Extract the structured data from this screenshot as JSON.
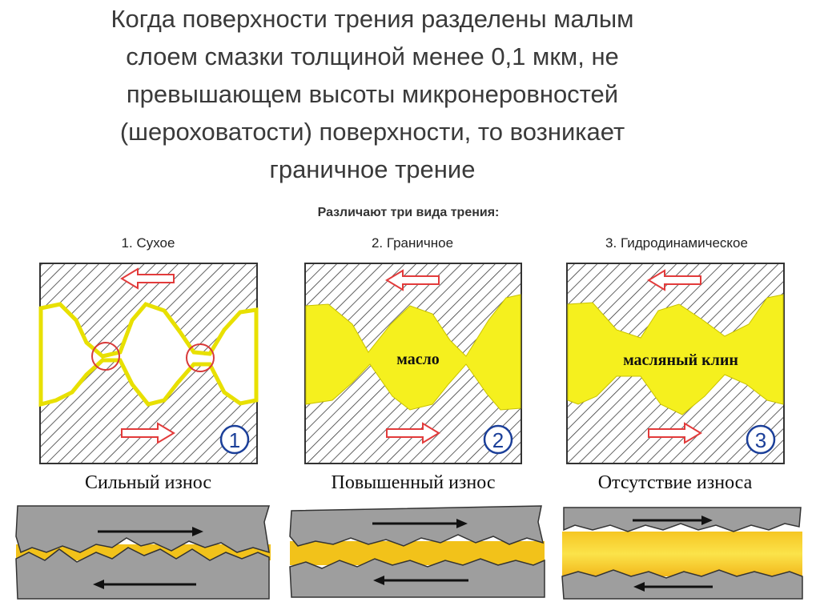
{
  "heading_lines": [
    "Когда поверхности трения разделены малым",
    "слоем смазки толщиной менее 0,1 мкм, не",
    "превышающем высоты микронеровностей",
    "(шероховатости) поверхности, то возникает",
    "граничное трение"
  ],
  "diagram": {
    "subtitle": "Различают три вида трения:",
    "panels": [
      {
        "title": "1. Сухое",
        "number": "1",
        "oil_label": "",
        "wear": "Сильный износ"
      },
      {
        "title": "2. Граничное",
        "number": "2",
        "oil_label": "масло",
        "wear": "Повышенный износ"
      },
      {
        "title": "3. Гидродинамическое",
        "number": "3",
        "oil_label": "масляный клин",
        "wear": "Отсутствие износа"
      }
    ],
    "colors": {
      "oil": "#f5f01e",
      "oil_dark": "#f2c21a",
      "steel": "#9e9e9e",
      "arrow_red": "#e23b3b",
      "circle": "#d83a3a",
      "number_blue": "#1b3f99"
    }
  }
}
